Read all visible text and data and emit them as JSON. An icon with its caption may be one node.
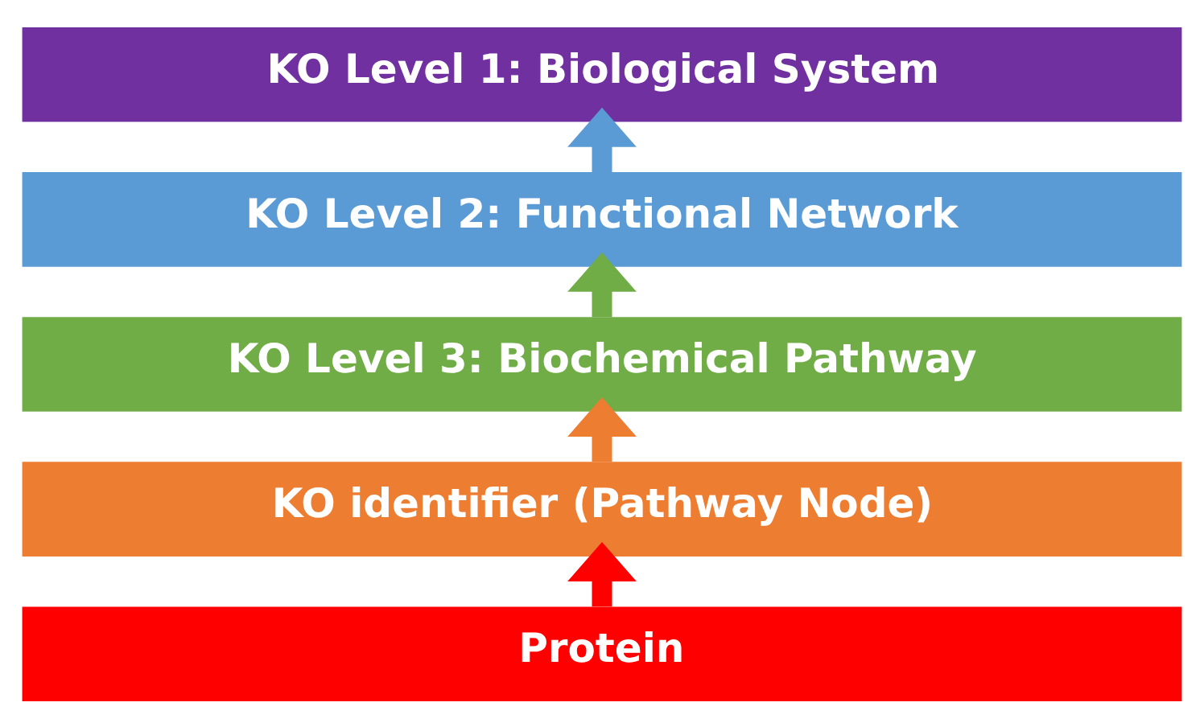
{
  "diagram": {
    "nodes": [
      {
        "text": [
          "KO Level 1: Biological System"
        ]
      },
      {
        "text": [
          "KO Level 2: Functional Network"
        ]
      },
      {
        "text": [
          "KO Level 3: Biochemical Pathway"
        ]
      },
      {
        "text": [
          "KO identifier (Pathway Node)"
        ]
      },
      {
        "text": [
          "Protein"
        ]
      }
    ],
    "edges": [
      {
        "from": 4,
        "to": 3,
        "arrow": "to",
        "color": "#ff0000"
      },
      {
        "from": 3,
        "to": 2,
        "arrow": "to",
        "color": "#ed7d31"
      },
      {
        "from": 2,
        "to": 1,
        "arrow": "to",
        "color": "#70ad47"
      },
      {
        "from": 1,
        "to": 0,
        "arrow": "to",
        "color": "#5b9bd5"
      }
    ]
  }
}
